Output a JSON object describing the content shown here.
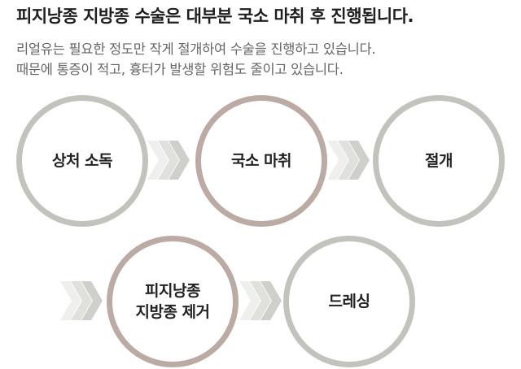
{
  "heading": "피지낭종 지방종 수술은 대부분 국소 마취 후 진행됩니다.",
  "description": {
    "line1": "리얼유는 필요한 정도만 작게 절개하여 수술을 진행하고 있습니다.",
    "line2": "때문에 통증이 적고, 흉터가 발생할 위험도 줄이고 있습니다."
  },
  "steps": [
    {
      "label": "상처 소독"
    },
    {
      "label": "국소 마취"
    },
    {
      "label": "절개"
    },
    {
      "label": "피지낭종\n지방종 제거"
    },
    {
      "label": "드레싱"
    }
  ],
  "colors": {
    "ring_gray": "#c3c3bd",
    "ring_brown": "#bcaba4",
    "arrow": "#cfcfcb"
  },
  "icons": {
    "arrow": "triple-chevron-right-icon"
  }
}
